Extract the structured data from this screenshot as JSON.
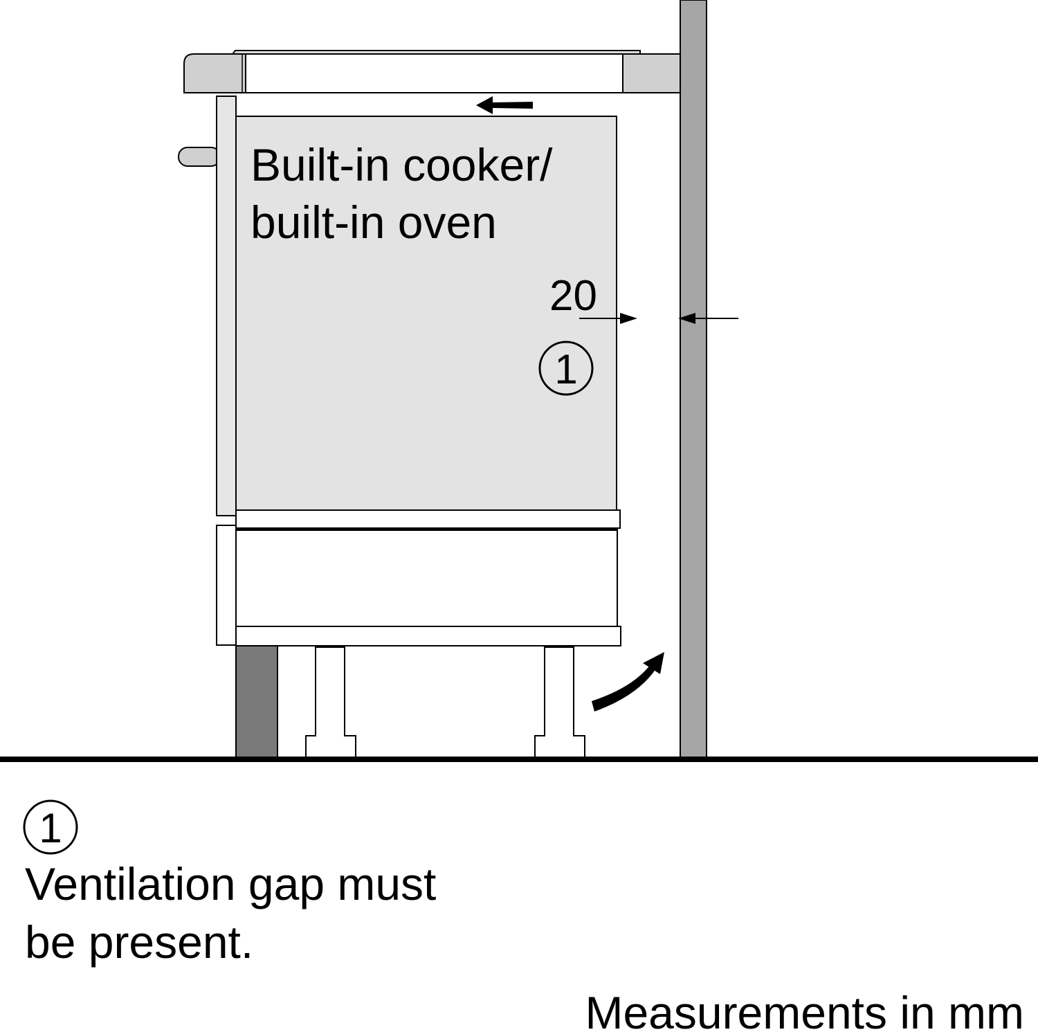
{
  "diagram": {
    "appliance_label_line1": "Built-in cooker/",
    "appliance_label_line2": "built-in oven",
    "gap_dimension": "20",
    "callout_marker": "1",
    "legend": {
      "marker": "1",
      "line1": "Ventilation gap must",
      "line2": "be present."
    },
    "units_note": "Measurements in mm"
  },
  "colors": {
    "wall": "#a6a6a6",
    "plinth": "#7a7a7a",
    "oven_body": "#e3e3e3",
    "worktop_edge": "#d0d0d0"
  }
}
